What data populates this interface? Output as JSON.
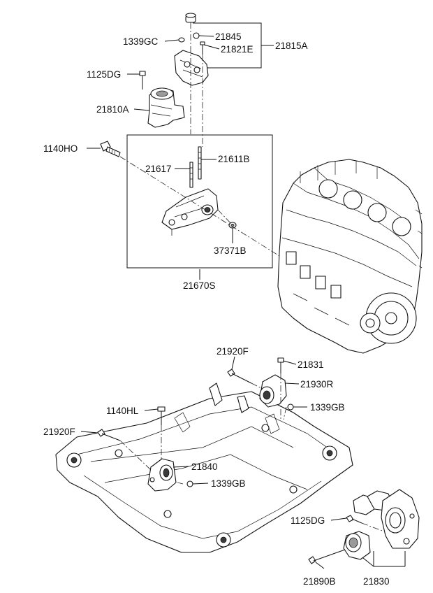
{
  "labels": {
    "p1339GC": "1339GC",
    "p21845": "21845",
    "p21821E": "21821E",
    "p21815A": "21815A",
    "p1125DG_top": "1125DG",
    "p21810A": "21810A",
    "p1140HO": "1140HO",
    "p21617": "21617",
    "p21611B": "21611B",
    "p37371B": "37371B",
    "p21670S": "21670S",
    "p21920F_top": "21920F",
    "p21831": "21831",
    "p21930R": "21930R",
    "p1339GB_right": "1339GB",
    "p1140HL": "1140HL",
    "p21920F_left": "21920F",
    "p21840": "21840",
    "p1339GB_mid": "1339GB",
    "p1125DG_bot": "1125DG",
    "p21890B": "21890B",
    "p21830": "21830"
  }
}
